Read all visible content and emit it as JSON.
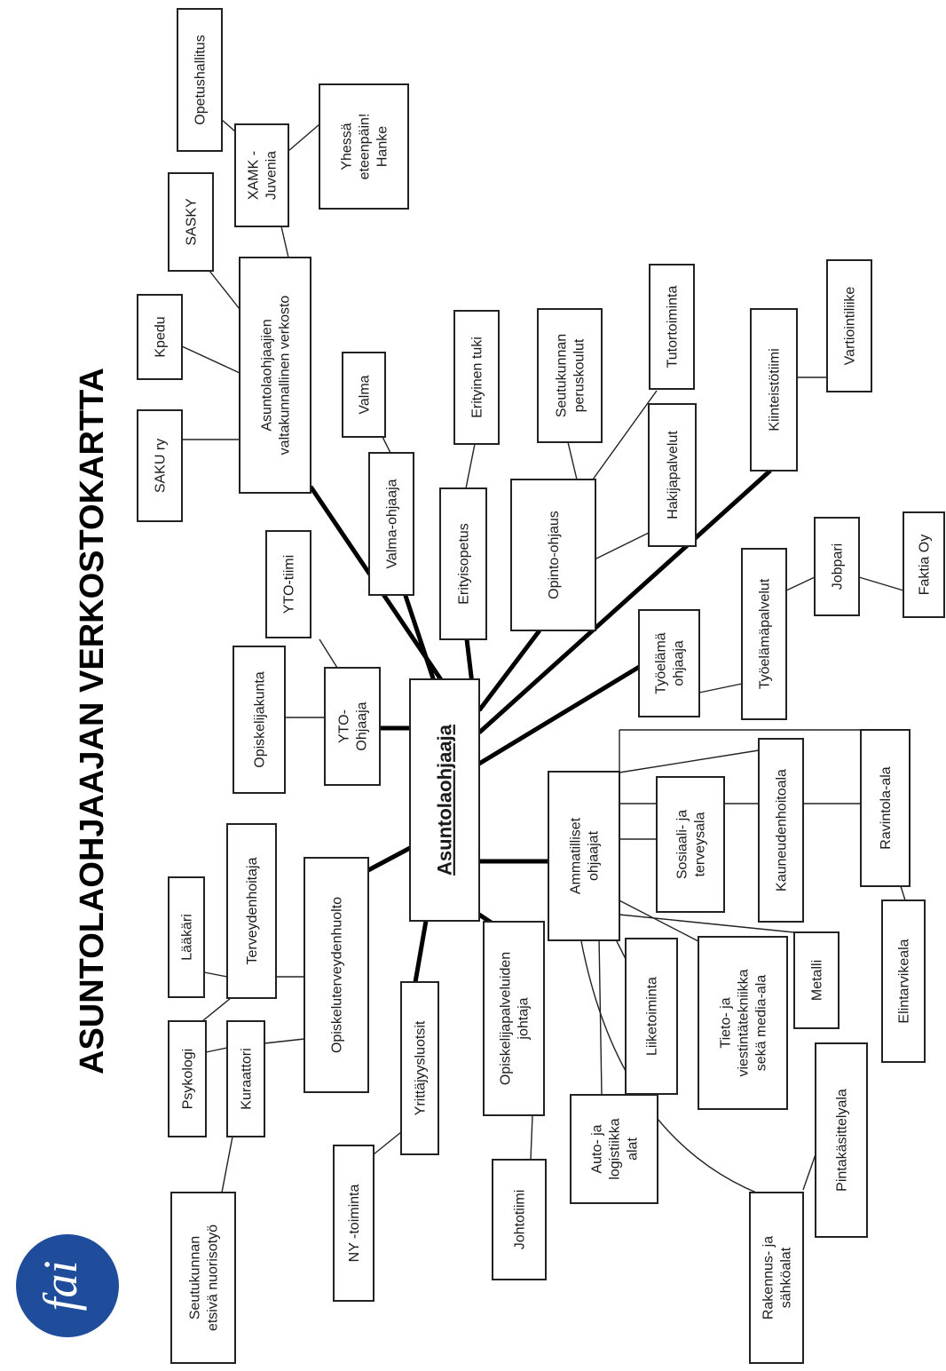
{
  "title": "ASUNTOLAOHJAAJAN VERKOSTOKARTTA",
  "logo_text": "fai",
  "colors": {
    "logo_blue": "#1f4d9c",
    "line": "#222222",
    "text": "#1a1a1a"
  },
  "nodes": {
    "center": [
      "Asuntolaohjaaja"
    ],
    "opetushallitus": [
      "Opetushallitus"
    ],
    "yhessa": [
      "Yhessä",
      "eteenpäin!",
      "Hanke"
    ],
    "xamk": [
      "XAMK -",
      "Juvenia"
    ],
    "sasky": [
      "SASKY"
    ],
    "kpedu": [
      "Kpedu"
    ],
    "saku": [
      "SAKU ry"
    ],
    "verkosto": [
      "Asuntolaohjaajien",
      "valtakunnallinen verkosto"
    ],
    "valma": [
      "Valma"
    ],
    "valma_ohjaaja": [
      "Valma-ohjaaja"
    ],
    "erityinen_tuki": [
      "Erityinen tuki"
    ],
    "erityisopetus": [
      "Erityisopetus"
    ],
    "peruskoulut": [
      "Seutukunnan",
      "peruskoulut"
    ],
    "tutortoiminta": [
      "Tutortoiminta"
    ],
    "opinto_ohjaus": [
      "Opinto-ohjaus"
    ],
    "hakijapalvelut": [
      "Hakijapalvelut"
    ],
    "vartiointiliike": [
      "Vartiointiliike"
    ],
    "kiinteistotiimi": [
      "Kiinteistötiimi"
    ],
    "yto_tiimi": [
      "YTO-tiimi"
    ],
    "opiskelijakunta": [
      "Opiskelijakunta"
    ],
    "yto_ohjaaja": [
      "YTO-",
      "Ohjaaja"
    ],
    "tyoelama_ohjaaja": [
      "Työelämä",
      "ohjaaja"
    ],
    "tyoelamapalvelut": [
      "Työelämäpalvelut"
    ],
    "jobpari": [
      "Jobpari"
    ],
    "faktia": [
      "Faktia Oy"
    ],
    "laakari": [
      "Lääkäri"
    ],
    "terveydenhoitaja": [
      "Terveydenhoitaja"
    ],
    "opiskeluterveydenhuolto": [
      "Opiskeluterveydenhuolto"
    ],
    "psykologi": [
      "Psykologi"
    ],
    "kuraattori": [
      "Kuraattori"
    ],
    "etsiva": [
      "Seutukunnan",
      "etsivä nuorisotyö"
    ],
    "yrittajyysluotsit": [
      "Yrittäjyysluotsit"
    ],
    "ny_toiminta": [
      "NY -toiminta"
    ],
    "opiskelijapalvelut": [
      "Opiskelijapalveluiden",
      "johtaja"
    ],
    "johtotiimi": [
      "Johtotiimi"
    ],
    "ammatilliset": [
      "Ammatilliset",
      "ohjaajat"
    ],
    "sosiaali": [
      "Sosiaali- ja",
      "terveysala"
    ],
    "kauneus": [
      "Kauneudenhoitoala"
    ],
    "ravintola": [
      "Ravintola-ala"
    ],
    "elintarvike": [
      "Elintarvikeala"
    ],
    "metalli": [
      "Metalli"
    ],
    "tieto": [
      "Tieto- ja",
      "viestintätekniikka",
      "sekä media-ala"
    ],
    "liiketoiminta": [
      "Liiketoiminta"
    ],
    "auto": [
      "Auto- ja",
      "logistiikka",
      "alat"
    ],
    "pintakasittely": [
      "Pintakäsittelyala"
    ],
    "rakennus": [
      "Rakennus- ja",
      "sähköalat"
    ]
  }
}
